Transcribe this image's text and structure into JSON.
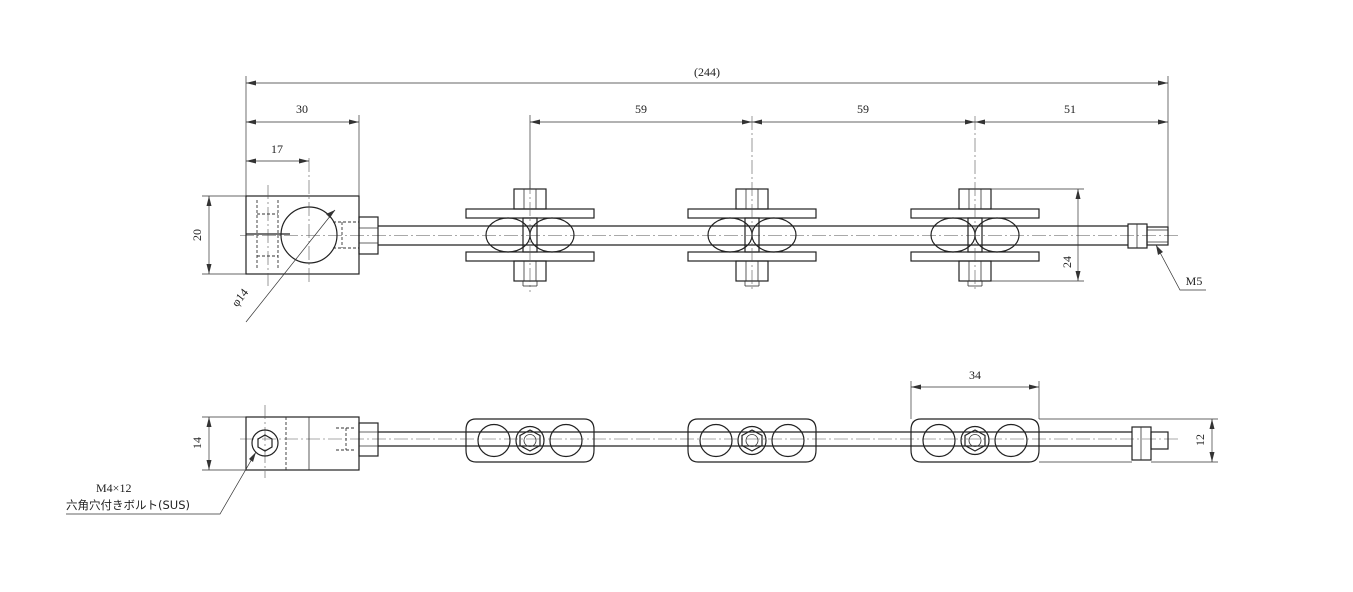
{
  "labels": {
    "overall_length": "(244)",
    "dim_30": "30",
    "dim_17": "17",
    "dim_59_a": "59",
    "dim_59_b": "59",
    "dim_51": "51",
    "dim_20": "20",
    "dim_24": "24",
    "dim_diameter": "φ14",
    "dim_thread": "M5",
    "dim_34": "34",
    "dim_14": "14",
    "dim_12": "12",
    "bolt_size": "M4×12",
    "bolt_desc": "六角穴付きボルト(SUS)"
  },
  "colors": {
    "line": "#222222",
    "background": "#ffffff"
  }
}
